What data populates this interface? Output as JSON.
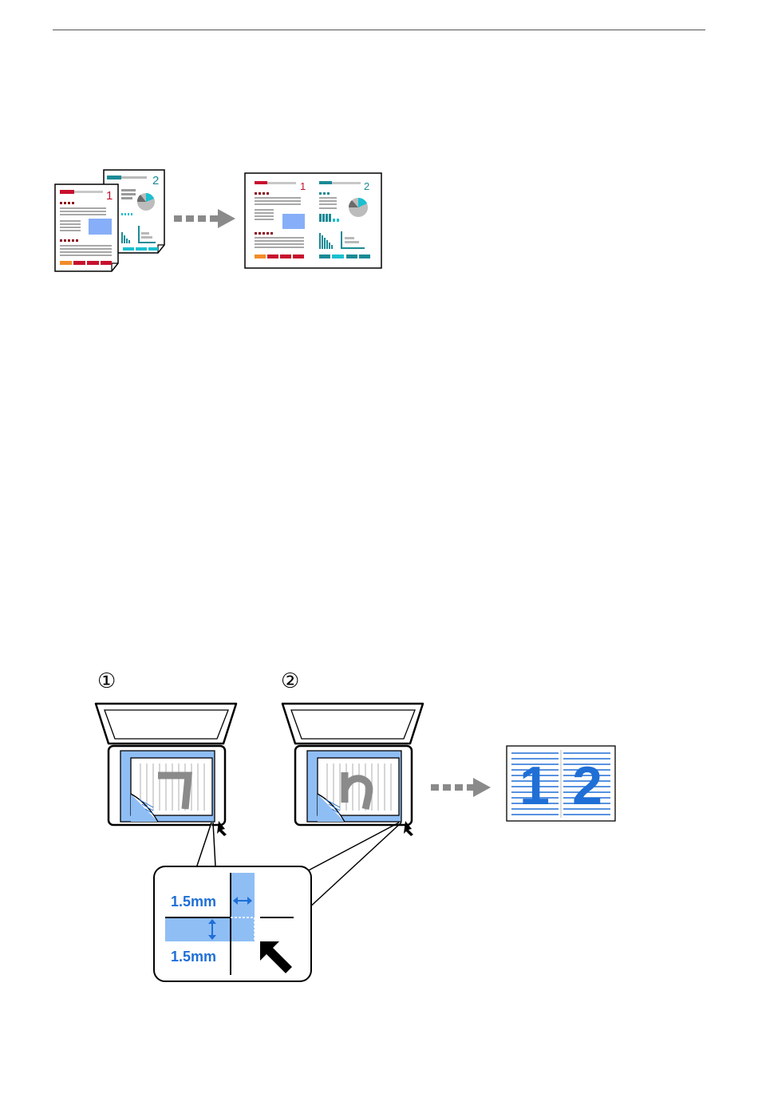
{
  "figure1": {
    "page1_number": "1",
    "page2_number": "2",
    "combined_number_1": "1",
    "combined_number_2": "2"
  },
  "figure2": {
    "step1_label": "①",
    "step2_label": "②",
    "margin_horizontal": "1.5mm",
    "margin_vertical": "1.5mm",
    "result_number_1": "1",
    "result_number_2": "2"
  },
  "colors": {
    "red": "#c8102e",
    "teal": "#1a8a96",
    "cyan": "#19c0d0",
    "blue_mark": "#1f6fd6",
    "glass_blue": "#8fbef5",
    "arrow_gray": "#8a8a8a",
    "placeholder_blue": "#87aef8"
  }
}
